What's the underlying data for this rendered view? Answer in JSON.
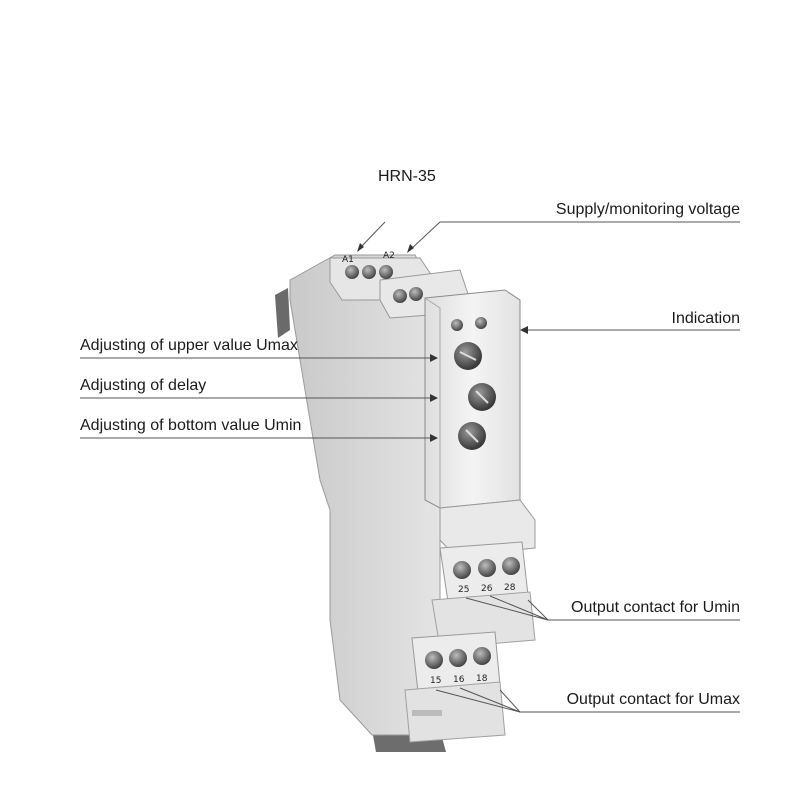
{
  "diagram": {
    "title": "HRN-35",
    "callouts": {
      "supply_voltage": "Supply/monitoring voltage",
      "indication": "Indication",
      "upper_value": "Adjusting of upper value Umax",
      "delay": "Adjusting of delay",
      "bottom_value": "Adjusting of bottom value Umin",
      "output_umin": "Output contact for Umin",
      "output_umax": "Output contact for Umax"
    },
    "terminals": {
      "supply": [
        "A1",
        "A2"
      ],
      "umin_contacts": [
        "25",
        "26",
        "28"
      ],
      "umax_contacts": [
        "15",
        "16",
        "18"
      ]
    }
  }
}
